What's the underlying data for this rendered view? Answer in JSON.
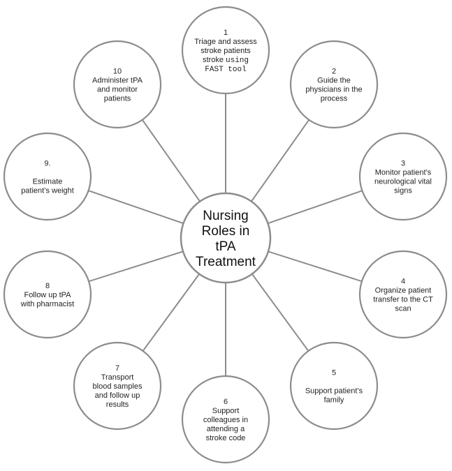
{
  "hub": {
    "lines": [
      "Nursing",
      "Roles in",
      "tPA",
      "Treatment"
    ]
  },
  "nodes": [
    {
      "id": "1",
      "lines": [
        {
          "text": "1"
        },
        {
          "text": "Triage and assess"
        },
        {
          "text": "stroke patients"
        },
        {
          "text": "stroke ",
          "mono_tail": "using"
        },
        {
          "text": "",
          "mono_tail": "FAST tool"
        }
      ]
    },
    {
      "id": "2",
      "lines": [
        {
          "text": "2"
        },
        {
          "text": "Guide the"
        },
        {
          "text": "physicians in the"
        },
        {
          "text": "process"
        }
      ]
    },
    {
      "id": "3",
      "lines": [
        {
          "text": "3"
        },
        {
          "text": "Monitor patient’s"
        },
        {
          "text": "neurological vital"
        },
        {
          "text": "signs"
        }
      ]
    },
    {
      "id": "4",
      "lines": [
        {
          "text": "4"
        },
        {
          "text": "Organize patient"
        },
        {
          "text": "transfer to the CT"
        },
        {
          "text": "scan"
        }
      ]
    },
    {
      "id": "5",
      "lines": [
        {
          "text": "5"
        },
        {
          "text": ""
        },
        {
          "text": "Support patient’s"
        },
        {
          "text": "family"
        }
      ]
    },
    {
      "id": "6",
      "lines": [
        {
          "text": "6"
        },
        {
          "text": "Support"
        },
        {
          "text": "colleagues in"
        },
        {
          "text": "attending a"
        },
        {
          "text": "stroke code"
        }
      ]
    },
    {
      "id": "7",
      "lines": [
        {
          "text": "7"
        },
        {
          "text": "Transport"
        },
        {
          "text": "blood samples"
        },
        {
          "text": "and follow up"
        },
        {
          "text": "results"
        }
      ]
    },
    {
      "id": "8",
      "lines": [
        {
          "text": "8"
        },
        {
          "text": "Follow up tPA"
        },
        {
          "text": "with pharmacist"
        }
      ]
    },
    {
      "id": "9",
      "lines": [
        {
          "text": "9."
        },
        {
          "text": ""
        },
        {
          "text": "Estimate"
        },
        {
          "text": "patient’s weight"
        }
      ]
    },
    {
      "id": "10",
      "lines": [
        {
          "text": "10"
        },
        {
          "text": "Administer tPA"
        },
        {
          "text": "and monitor"
        },
        {
          "text": "patients"
        }
      ]
    }
  ]
}
